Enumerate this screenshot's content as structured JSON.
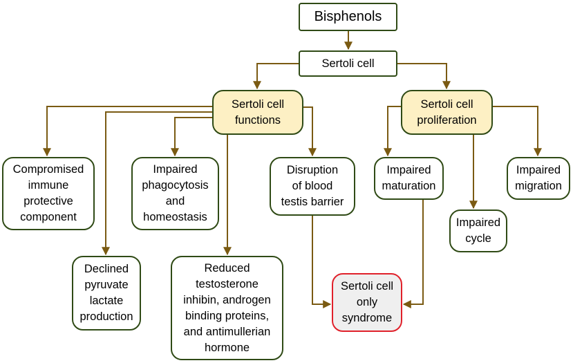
{
  "diagram": {
    "colors": {
      "edge": "#7a5a12",
      "border": "#2f4a15",
      "hub_fill": "#fdf0c4",
      "outcome_border": "#e0202a",
      "outcome_fill": "#efefef"
    },
    "nodes": {
      "bisphenols": [
        "Bisphenols"
      ],
      "sertoli_cell": [
        "Sertoli cell"
      ],
      "functions": [
        "Sertoli cell",
        "functions"
      ],
      "proliferation": [
        "Sertoli cell",
        "proliferation"
      ],
      "immune": [
        "Compromised",
        "immune",
        "protective",
        "component"
      ],
      "phagocytosis": [
        "Impaired",
        "phagocytosis",
        "and",
        "homeostasis"
      ],
      "btb": [
        "Disruption",
        "of blood",
        "testis barrier"
      ],
      "pyruvate": [
        "Declined",
        "pyruvate",
        "lactate",
        "production"
      ],
      "testosterone": [
        "Reduced",
        "testosterone",
        "inhibin, androgen",
        "binding proteins,",
        "and antimullerian",
        "hormone"
      ],
      "maturation": [
        "Impaired",
        "maturation"
      ],
      "cycle": [
        "Impaired",
        "cycle"
      ],
      "migration": [
        "Impaired",
        "migration"
      ],
      "sco_syndrome": [
        "Sertoli cell",
        "only",
        "syndrome"
      ]
    }
  }
}
